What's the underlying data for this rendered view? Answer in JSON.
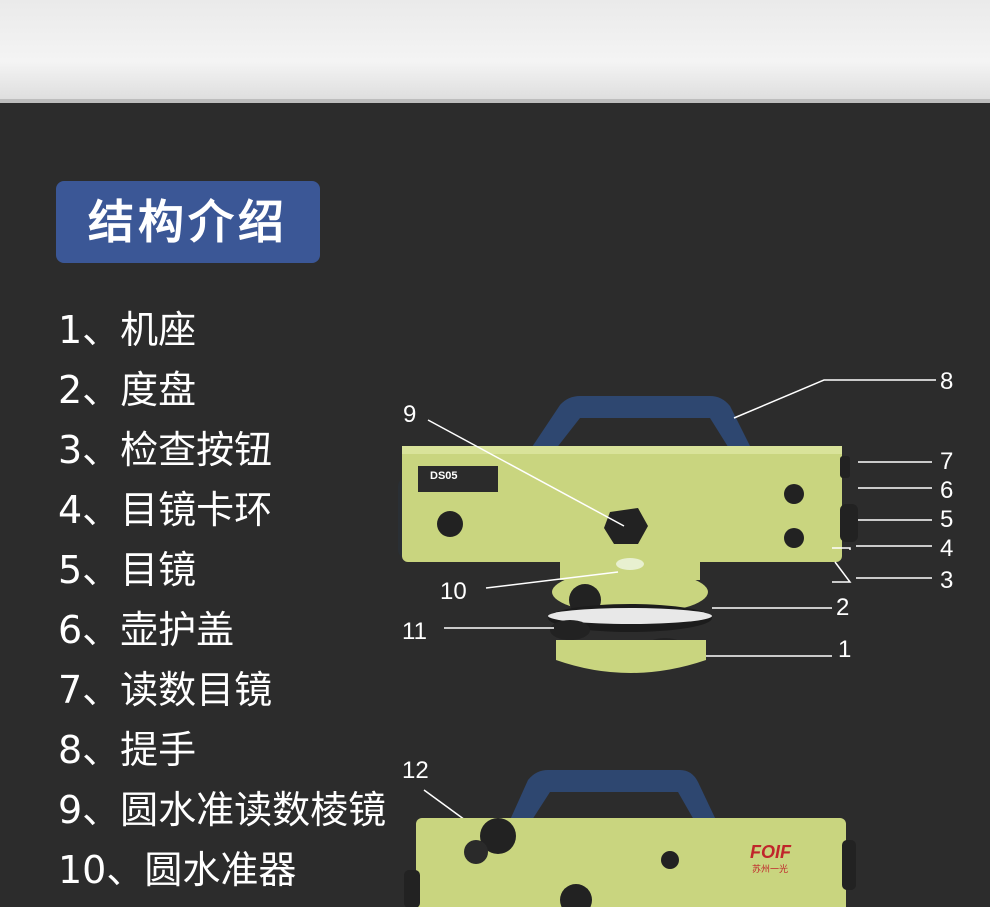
{
  "section_title": "结构介绍",
  "parts": [
    "1、机座",
    "2、度盘",
    "3、检查按钮",
    "4、目镜卡环",
    "5、目镜",
    "6、壶护盖",
    "7、读数目镜",
    "8、提手",
    "9、圆水准读数棱镜",
    "10、圆水准器"
  ],
  "callouts": [
    "1",
    "2",
    "3",
    "4",
    "5",
    "6",
    "7",
    "8",
    "9",
    "10",
    "11",
    "12"
  ],
  "instrument": {
    "model_plate": "DS05",
    "brand": "FOIF",
    "brand_sub": "苏州一光"
  },
  "colors": {
    "background": "#2c2c2c",
    "title_badge": "#3b5796",
    "body": "#c9d57f",
    "handle": "#2e4770",
    "brand_red": "#c0262b"
  }
}
